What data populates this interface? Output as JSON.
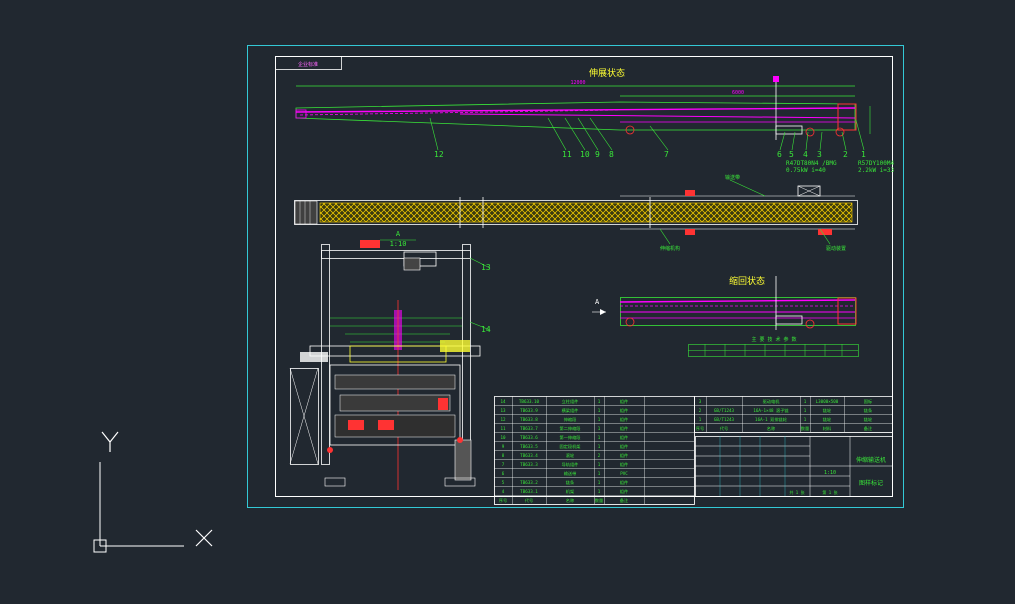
{
  "drawing": {
    "frame_stamp": "企业标准",
    "side_view_title": "伸展状态",
    "retracted_view_title": "缩回状态",
    "section_label": "A",
    "scale_label": "1:10",
    "arrow_label": "A",
    "top_dim": "12000",
    "mid_dim": "6000",
    "callouts": [
      "1",
      "2",
      "3",
      "4",
      "5",
      "6",
      "7",
      "8",
      "9",
      "10",
      "11",
      "12",
      "13",
      "14"
    ],
    "motor_left": [
      "R47DT80N4 /BMG",
      "0.75kW  i=40"
    ],
    "motor_right": [
      "R57DY100M4",
      "2.2kW  i=33"
    ],
    "top_view_notes": [
      "输送带",
      "伸缩机构",
      "驱动装置"
    ],
    "small_table_title": "主 要 技 术 参 数",
    "bom": {
      "left_rows": [
        [
          "14",
          "TB633.10",
          "立柱组件",
          "1",
          "组件"
        ],
        [
          "13",
          "TB633.9",
          "横梁组件",
          "1",
          "组件"
        ],
        [
          "12",
          "TB633.8",
          "伸缩段",
          "1",
          "组件"
        ],
        [
          "11",
          "TB633.7",
          "第二伸缩段",
          "1",
          "组件"
        ],
        [
          "10",
          "TB633.6",
          "第一伸缩段",
          "1",
          "组件"
        ],
        [
          "9",
          "TB633.5",
          "固定段机架",
          "1",
          "组件"
        ],
        [
          "8",
          "TB633.4",
          "滚轮",
          "2",
          "组件"
        ],
        [
          "7",
          "TB633.3",
          "导轨组件",
          "1",
          "组件"
        ],
        [
          "6",
          "",
          "输送带",
          "1",
          "PVC"
        ],
        [
          "5",
          "TB633.2",
          "链条",
          "1",
          "组件"
        ],
        [
          "4",
          "TB633.1",
          "机架",
          "1",
          "组件"
        ]
      ],
      "left_header": [
        "序号",
        "代号",
        "名称",
        "数量",
        "备注"
      ],
      "right_rows": [
        [
          "3",
          "",
          "驱动电机",
          "1",
          "L3000×500",
          "国标"
        ],
        [
          "2",
          "GB/T1243",
          "16A-1×48 滚子链",
          "1",
          "链轮",
          "链条"
        ],
        [
          "1",
          "GB/T1243",
          "16A-1 双排链轮",
          "1",
          "链轮",
          "链轮"
        ]
      ],
      "right_header": [
        "序号",
        "代号",
        "名称",
        "数量",
        "材料",
        "备注"
      ]
    },
    "title_block": {
      "drawing_name": "伸缩输送机",
      "company": "图样标记",
      "scale": "1:10",
      "sheet": "共 1 张",
      "rev": "第 1 张"
    }
  },
  "ui": {
    "ucs_x": "X",
    "ucs_y": "Y"
  },
  "colors": {
    "background": "#212830",
    "frame": "#33c9d6",
    "paper": "#ffffff",
    "green": "#39e639",
    "magenta": "#ff00ff",
    "yellow": "#ffff33",
    "red": "#ff3333",
    "cyan": "#00ffff"
  }
}
